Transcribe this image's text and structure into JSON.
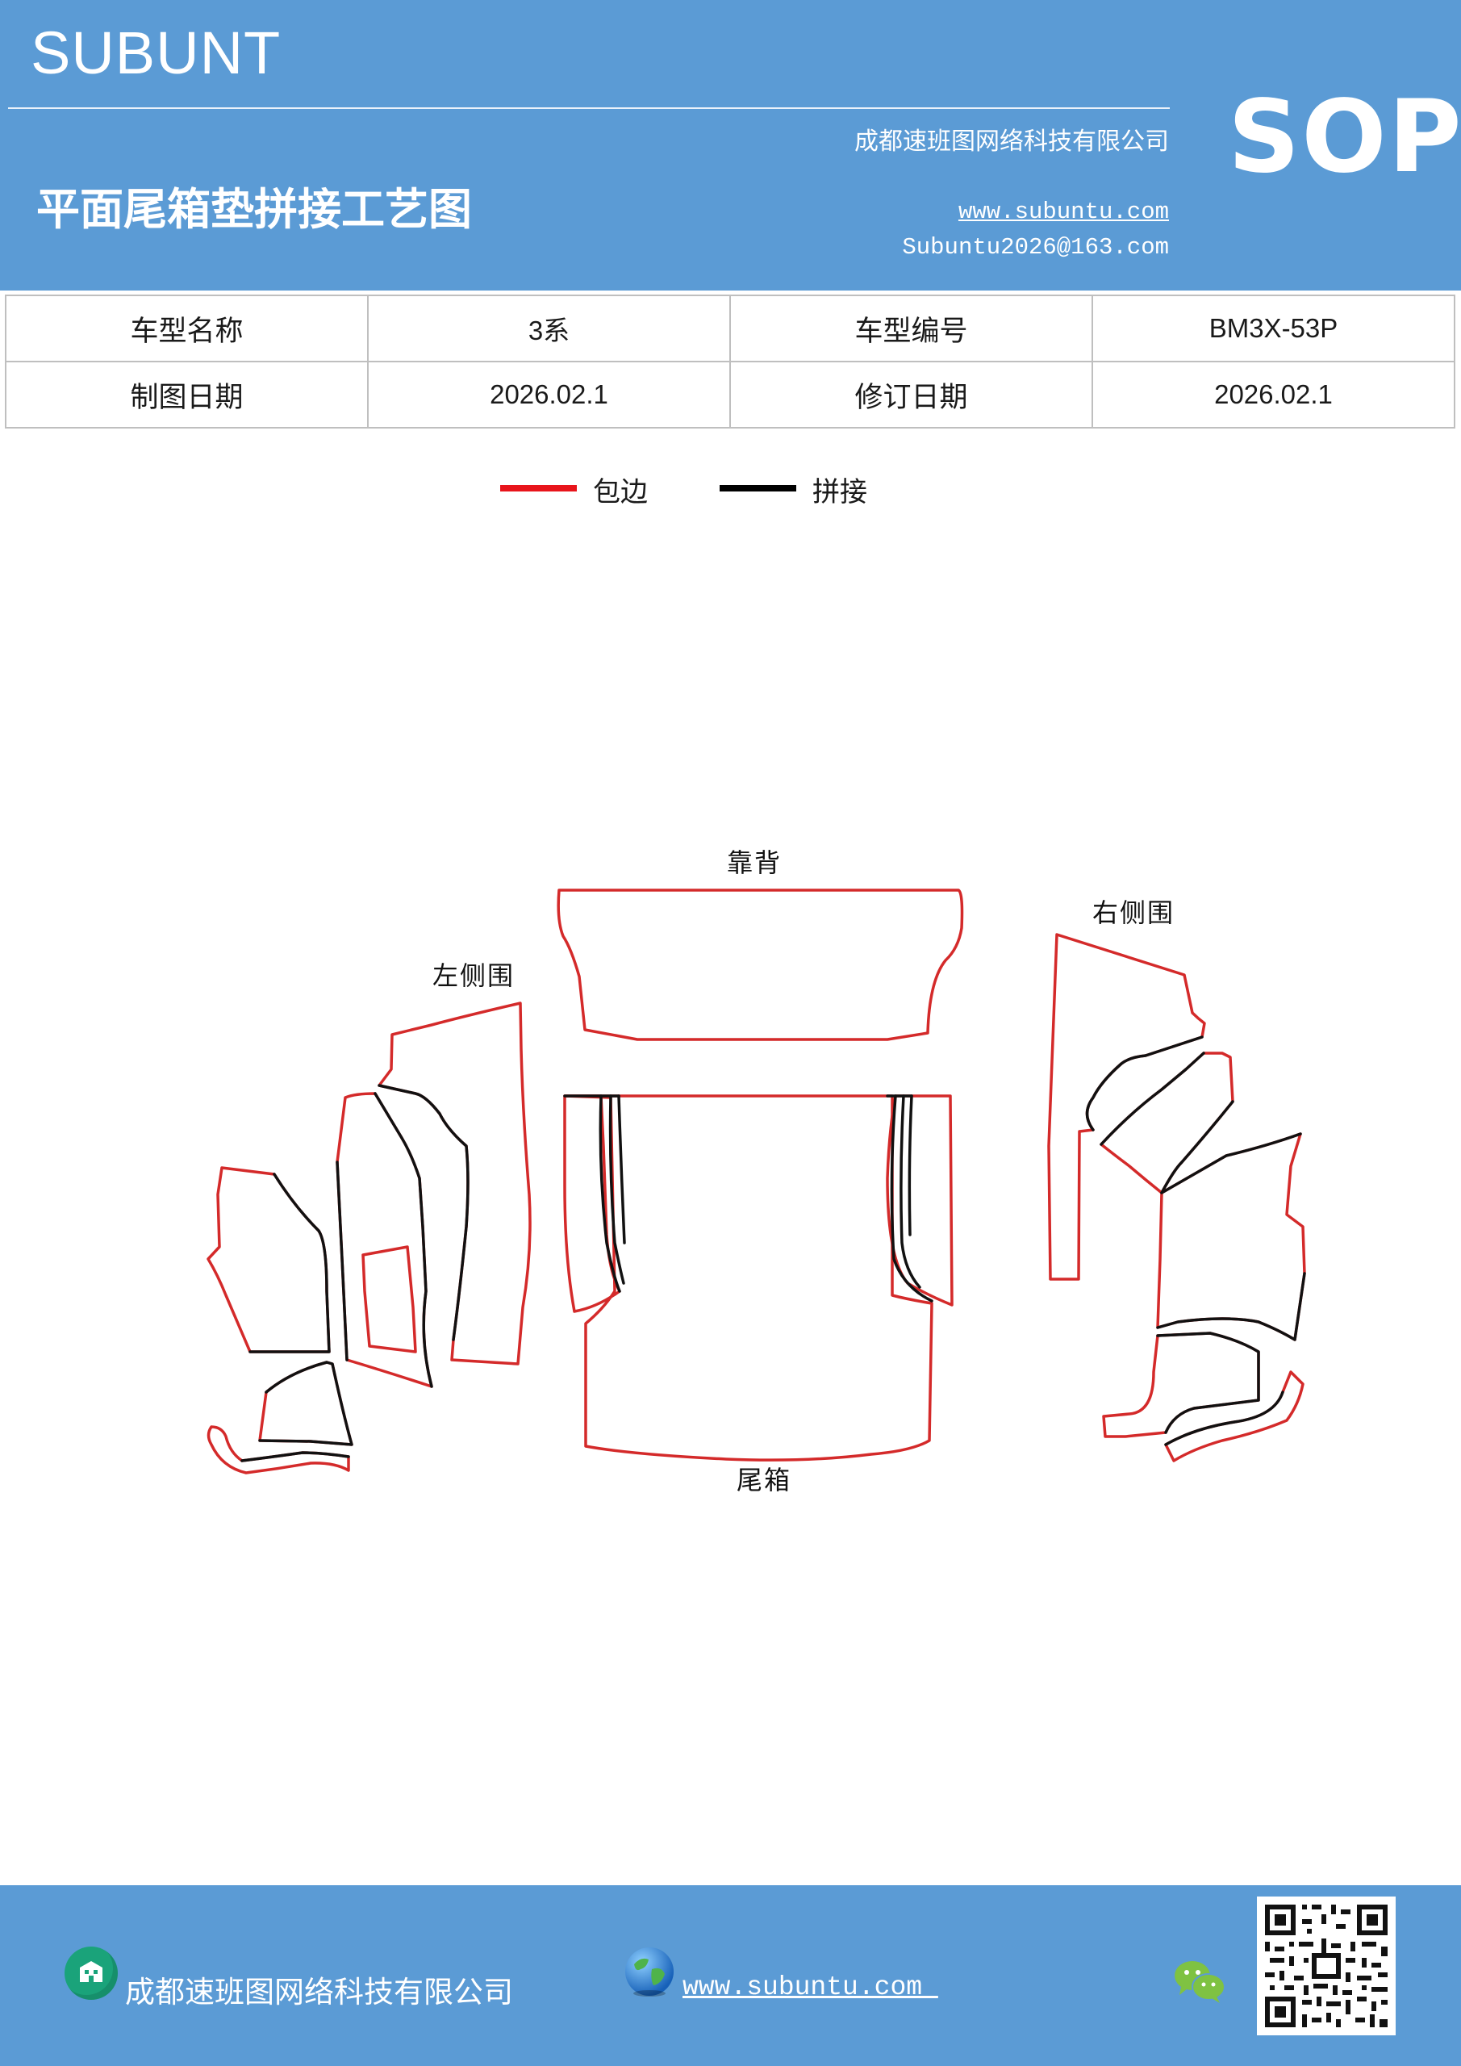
{
  "header": {
    "brand": "SUBUNT",
    "title": "平面尾箱垫拼接工艺图",
    "company": "成都速班图网络科技有限公司",
    "website": "www.subuntu.com",
    "email": "Subuntu2026@163.com",
    "badge": "SOP"
  },
  "info_table": {
    "rows": [
      [
        {
          "label": "车型名称",
          "value": "3系"
        },
        {
          "label": "车型编号",
          "value": "BM3X-53P"
        }
      ],
      [
        {
          "label": "制图日期",
          "value": "2026.02.1"
        },
        {
          "label": "修订日期",
          "value": "2026.02.1"
        }
      ]
    ]
  },
  "legend": [
    {
      "label": "包边",
      "color": "#e8141b"
    },
    {
      "label": "拼接",
      "color": "#000000"
    }
  ],
  "drawing": {
    "edge_colors": {
      "binding": "#d42a2a",
      "seam": "#111111"
    },
    "parts": {
      "backrest": "靠背",
      "left_side": "左侧围",
      "right_side": "右侧围",
      "trunk": "尾箱"
    }
  },
  "footer": {
    "company": "成都速班图网络科技有限公司",
    "website": "www.subuntu.com ",
    "icons": [
      "building-icon",
      "globe-icon",
      "wechat-icon",
      "qr-code"
    ]
  }
}
